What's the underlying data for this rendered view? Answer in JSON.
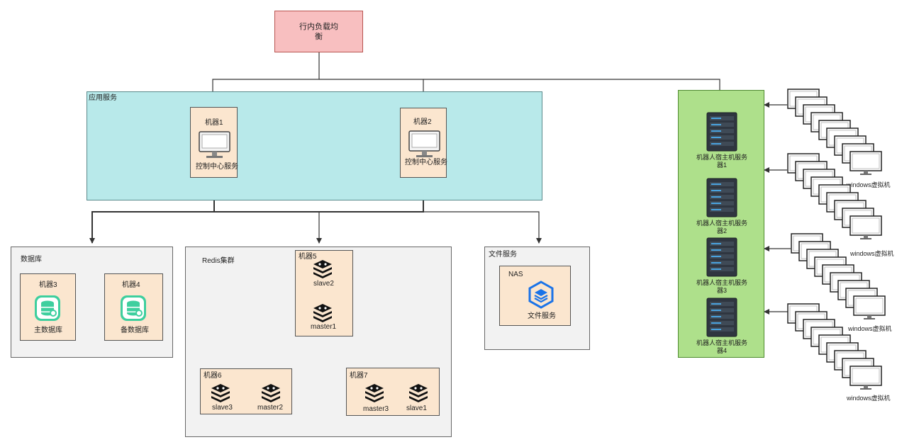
{
  "load_balancer": {
    "line1": "行内负载均",
    "line2": "衡"
  },
  "app_group": {
    "title": "应用服务",
    "machines": [
      {
        "name": "机器1",
        "service": "控制中心服务"
      },
      {
        "name": "机器2",
        "service": "控制中心服务"
      }
    ]
  },
  "db_group": {
    "title": "数据库",
    "machines": [
      {
        "name": "机器3",
        "service": "主数据库"
      },
      {
        "name": "机器4",
        "service": "备数据库"
      }
    ]
  },
  "redis_group": {
    "title": "Redis集群",
    "machine5": {
      "name": "机器5",
      "nodes": [
        "slave2",
        "master1"
      ]
    },
    "machine6": {
      "name": "机器6",
      "nodes": [
        "slave3",
        "master2"
      ]
    },
    "machine7": {
      "name": "机器7",
      "nodes": [
        "master3",
        "slave1"
      ]
    }
  },
  "file_group": {
    "title": "文件服务",
    "machine": {
      "name": "NAS",
      "service": "文件服务"
    }
  },
  "robot_group": {
    "servers": [
      {
        "l1": "机器人宿主机服务",
        "l2": "器1"
      },
      {
        "l1": "机器人宿主机服务",
        "l2": "器2"
      },
      {
        "l1": "机器人宿主机服务",
        "l2": "器3"
      },
      {
        "l1": "机器人宿主机服务",
        "l2": "器4"
      }
    ],
    "vm_label": "windows虚拟机"
  },
  "colors": {
    "load_balancer": "#f8bfc0",
    "app_group": "#b8e9ea",
    "gray_group": "#f2f2f2",
    "robot_group": "#aee08b",
    "machine": "#fbe6cf",
    "db_icon": "#3ecf9e",
    "nas_icon": "#1a73e8"
  }
}
